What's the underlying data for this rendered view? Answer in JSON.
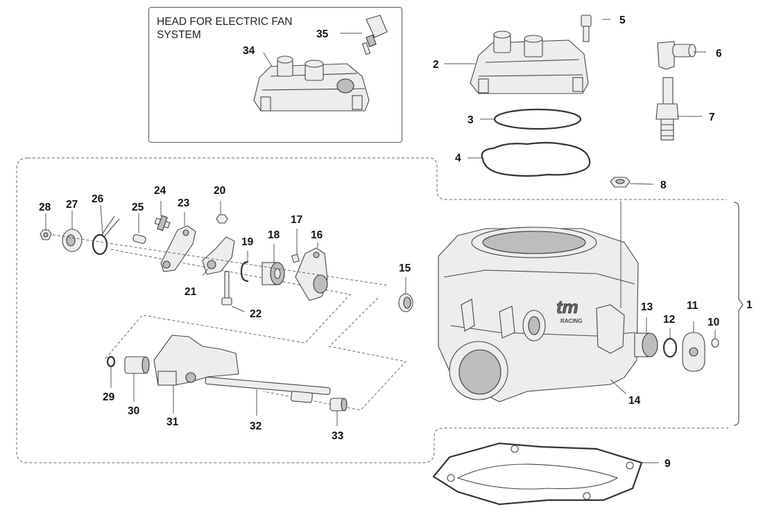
{
  "inset": {
    "title": "HEAD FOR ELECTRIC FAN SYSTEM"
  },
  "labels": {
    "p1": "1",
    "p2": "2",
    "p3": "3",
    "p4": "4",
    "p5": "5",
    "p6": "6",
    "p7": "7",
    "p8": "8",
    "p9": "9",
    "p10": "10",
    "p11": "11",
    "p12": "12",
    "p13": "13",
    "p14": "14",
    "p15": "15",
    "p16": "16",
    "p17": "17",
    "p18": "18",
    "p19": "19",
    "p20": "20",
    "p21": "21",
    "p22": "22",
    "p23": "23",
    "p24": "24",
    "p25": "25",
    "p26": "26",
    "p27": "27",
    "p28": "28",
    "p29": "29",
    "p30": "30",
    "p31": "31",
    "p32": "32",
    "p33": "33",
    "p34": "34",
    "p35": "35"
  },
  "brand": {
    "logo_text": "tm",
    "logo_sub": "RACING"
  }
}
